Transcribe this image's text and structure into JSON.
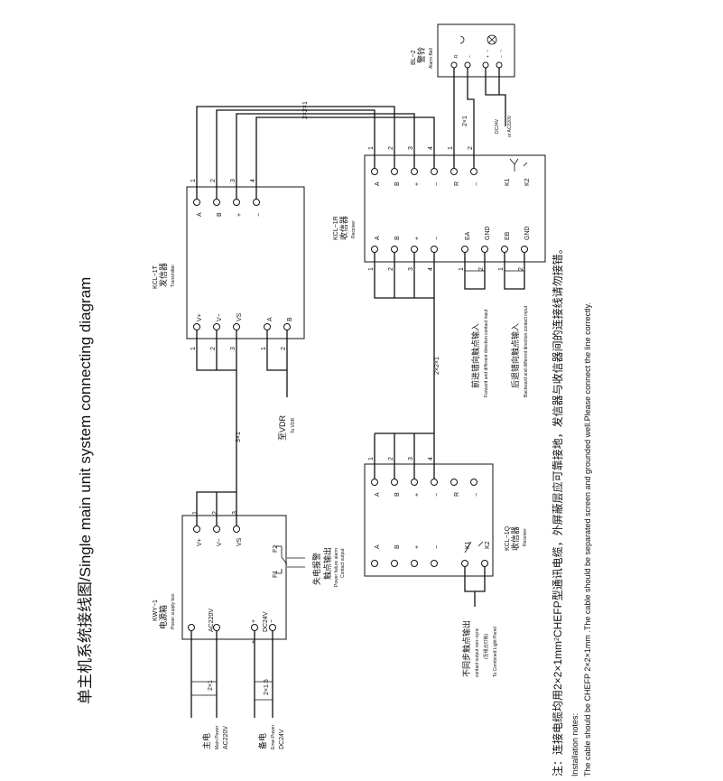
{
  "title": "单主机系统接线图/Single main unit system connecting diagram",
  "power_box": {
    "name": "KWY−1",
    "cn": "电源箱",
    "en": "Power supply box",
    "ac": "AC220V",
    "dc": "DC24V",
    "out": [
      "V+",
      "V−",
      "VS"
    ],
    "f1": "F1",
    "f2": "F2",
    "nums": [
      "1",
      "2",
      "3"
    ]
  },
  "main_power": {
    "cn": "主电",
    "en": "Main Power",
    "v": "AC220V",
    "cable": "2×1"
  },
  "emer_power": {
    "cn": "备电",
    "en": "Emer.Power",
    "v": "DC24V",
    "cable": "2×1.5",
    "plus": "+",
    "minus": "−"
  },
  "power_fail": {
    "cn1": "失电报警",
    "cn2": "触点输出",
    "en1": "Power failure alarm",
    "en2": "Contact output"
  },
  "transmitter": {
    "name": "KCL−1T",
    "cn": "发信器",
    "en": "Transmitter",
    "left": [
      "V+",
      "V−",
      "VS",
      "A",
      "B"
    ],
    "right": [
      "A",
      "B",
      "+",
      "−"
    ],
    "lnums": [
      "1",
      "2",
      "3",
      "1",
      "2"
    ],
    "rnums": [
      "1",
      "2",
      "3",
      "4"
    ]
  },
  "vdr": {
    "cn": "至VDR",
    "en": "To VDR"
  },
  "cable_3x1": "3×1",
  "cable_2x2x1": "2×2×1",
  "receiver_r": {
    "name": "KCL−1R",
    "cn": "收信器",
    "en": "Receiver",
    "left": [
      "A",
      "B",
      "+",
      "−",
      "EA",
      "GND",
      "EB",
      "GND"
    ],
    "right": [
      "A",
      "B",
      "+",
      "−",
      "R",
      "−",
      "K1",
      "K2"
    ],
    "lnums": [
      "1",
      "2",
      "3",
      "4",
      "1",
      "2",
      "1",
      "2"
    ],
    "rnums": [
      "1",
      "2",
      "3",
      "4",
      "1",
      "2"
    ]
  },
  "fwd": {
    "cn": "前进错向触点输入",
    "en": "Forward and different direction contact input"
  },
  "bwd": {
    "cn": "后退错向触点输入",
    "en": "Backward and different direction contact input"
  },
  "receiver_q": {
    "name": "KCL−1Q",
    "cn": "收信器",
    "en": "Receiver",
    "top": [
      "A",
      "B",
      "+",
      "−",
      "R",
      "−"
    ],
    "bot": [
      "A",
      "B",
      "+",
      "−",
      "K1",
      "K2"
    ],
    "nums": [
      "1",
      "2",
      "3",
      "4"
    ]
  },
  "nonsync": {
    "cn": "不同步触点输出",
    "en": "contact output non−sync",
    "cn2": "(至组合灯板)",
    "en2": "To Combined Light Panel"
  },
  "bell": {
    "name": "BL−2",
    "cn": "警铃",
    "en": "Alarm Bell",
    "terms": [
      "R",
      "−",
      "+",
      "−"
    ],
    "cable": "2×1",
    "v1": "DC24V",
    "v2": "or  AC220V",
    "t1": "~",
    "t2": "~"
  },
  "cable_top": "2×2×1",
  "notes": {
    "line1a": "注：连接电缆均用2×2×1mm",
    "line1b": "CHEFP型通讯电缆，外屏蔽层应可靠接地，发信器与收信器间的连接线请勿接错。",
    "line2": "Installation notes:",
    "line3": "The cable should be CHEFP 2×2×1mm  .The cable should be separated screen and grounded well.Please connect the line correctly.",
    "sup": "2"
  }
}
